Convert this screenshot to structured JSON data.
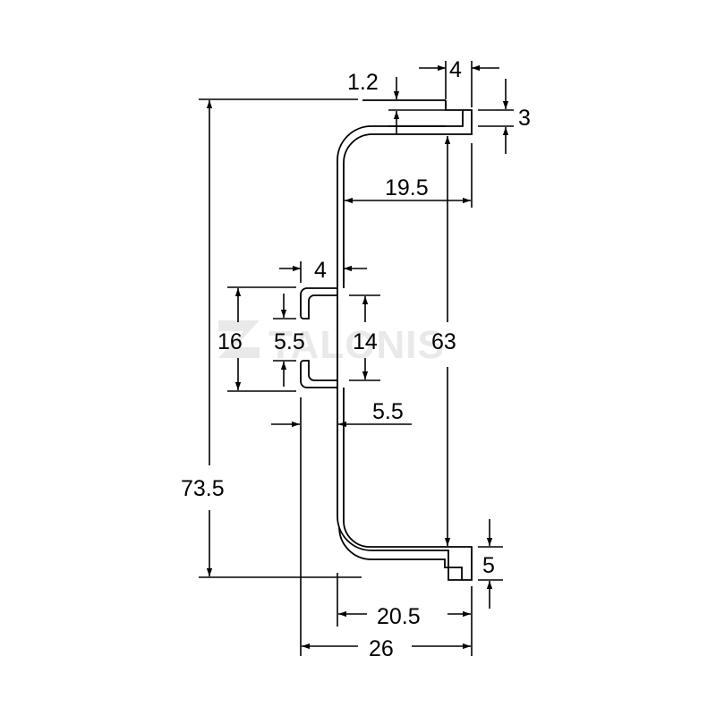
{
  "watermark": "TALONIS",
  "colors": {
    "line": "#000000",
    "background": "#ffffff",
    "watermark": "#e6e6e6"
  },
  "dimensions": {
    "top_lip_width": "4",
    "top_gap": "1.2",
    "top_lip_height": "3",
    "top_depth": "19.5",
    "center_slot_width": "4",
    "slot_height_outer": "16",
    "slot_opening": "5.5",
    "slot_height_inner": "14",
    "body_height": "63",
    "wall_offset": "5.5",
    "total_height": "73.5",
    "bottom_lip_height": "5",
    "bottom_depth": "20.5",
    "total_width": "26"
  }
}
